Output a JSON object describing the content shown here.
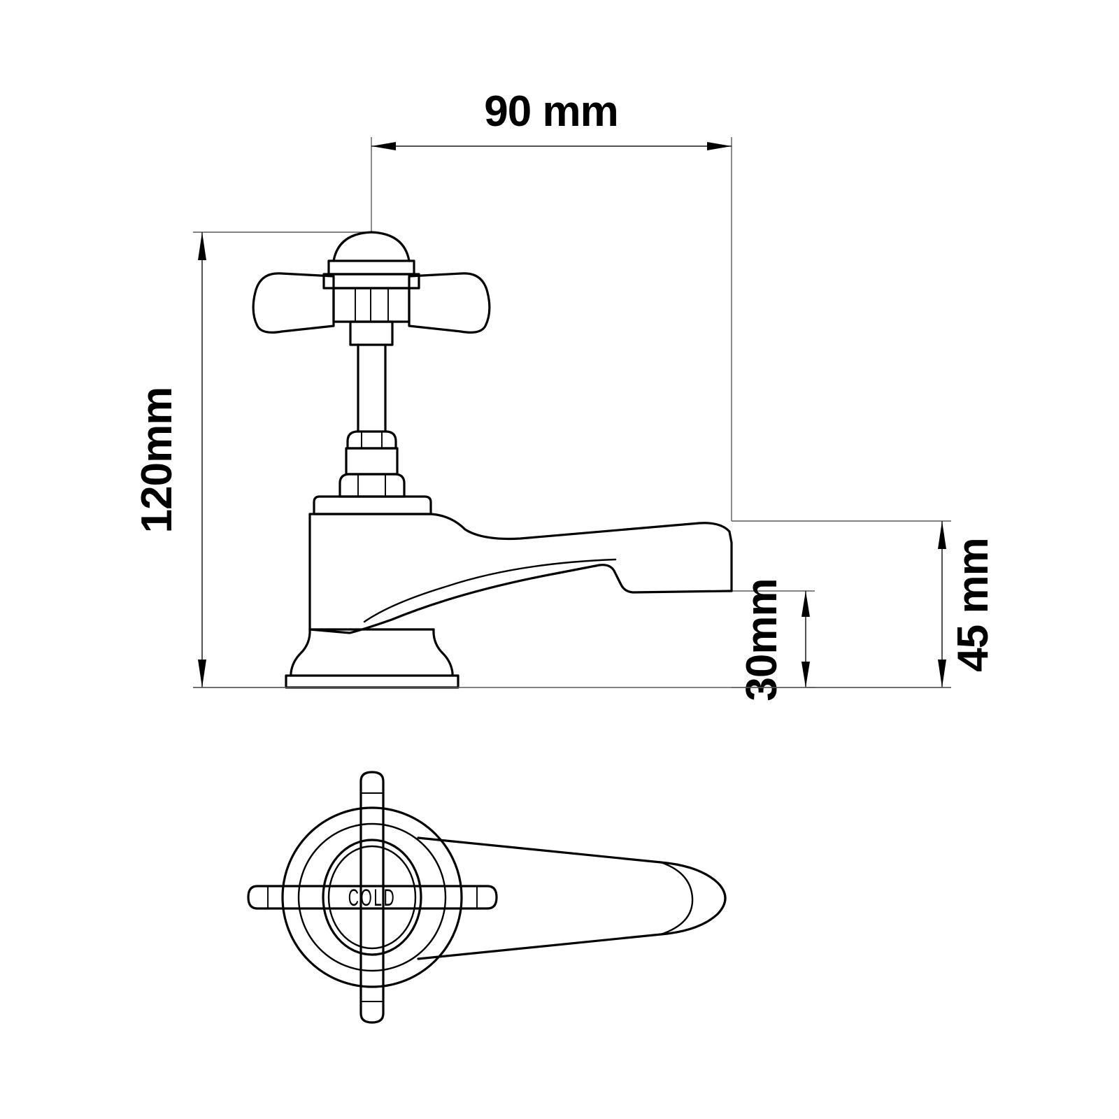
{
  "drawing": {
    "title": "Bathroom tap technical dimension drawing",
    "background_color": "#ffffff",
    "line_color": "#000000",
    "dimension_line_color": "#1a1a1a",
    "extension_line_color": "#5a5a5a"
  },
  "dimensions": {
    "width": {
      "label": "90 mm",
      "value": 90,
      "unit": "mm",
      "orientation": "horizontal",
      "position": "top"
    },
    "height": {
      "label": "120mm",
      "value": 120,
      "unit": "mm",
      "orientation": "vertical-rotated",
      "position": "left"
    },
    "spout_thickness": {
      "label": "30mm",
      "value": 30,
      "unit": "mm",
      "orientation": "vertical-rotated",
      "position": "inner-right"
    },
    "spout_height": {
      "label": "45 mm",
      "value": 45,
      "unit": "mm",
      "orientation": "vertical-rotated",
      "position": "far-right"
    }
  },
  "views": {
    "side_elevation": {
      "name": "side-elevation-view",
      "components": [
        "cross-head-handle",
        "dome-cap",
        "spindle",
        "hex-nut-upper",
        "hex-nut-lower",
        "valve-body",
        "spout",
        "pedestal-base",
        "base-flange"
      ]
    },
    "plan_view": {
      "name": "plan-top-view",
      "components": [
        "cross-handle",
        "index-button",
        "escutcheon-rings",
        "tapered-spout"
      ],
      "index_label": "COLD"
    }
  }
}
